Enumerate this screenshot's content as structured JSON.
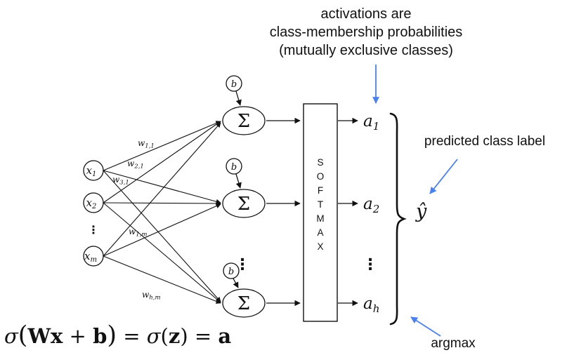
{
  "colors": {
    "accent": "#4a80f0",
    "ink": "#111111"
  },
  "notes": {
    "activations": [
      "activations are",
      "class-membership probabilities",
      "(mutually exclusive classes)"
    ],
    "predicted": "predicted class label",
    "argmax": "argmax"
  },
  "network": {
    "inputs": [
      {
        "base": "x",
        "sub": "1"
      },
      {
        "base": "x",
        "sub": "2"
      },
      {
        "base": "x",
        "sub": "m"
      }
    ],
    "input_dots": "⋮",
    "weights": [
      {
        "base": "w",
        "sub": "1,1"
      },
      {
        "base": "w",
        "sub": "2,1"
      },
      {
        "base": "w",
        "sub": "3,1"
      },
      {
        "base": "w",
        "sub": "1,m"
      },
      {
        "base": "w",
        "sub": "h,m"
      }
    ],
    "bias": "b",
    "sum": "Σ",
    "hidden_dots": "⋮",
    "softmax": [
      "S",
      "O",
      "F",
      "T",
      "M",
      "A",
      "X"
    ],
    "outputs": [
      {
        "base": "a",
        "sub": "1"
      },
      {
        "base": "a",
        "sub": "2"
      },
      {
        "base": "a",
        "sub": "h"
      }
    ],
    "output_dots": "⋮",
    "prediction": "ŷ"
  },
  "formula": {
    "parts": [
      "σ",
      "(",
      "Wx",
      " + ",
      "b",
      ")",
      " = ",
      "σ",
      "(",
      "z",
      ") = ",
      "a"
    ]
  }
}
